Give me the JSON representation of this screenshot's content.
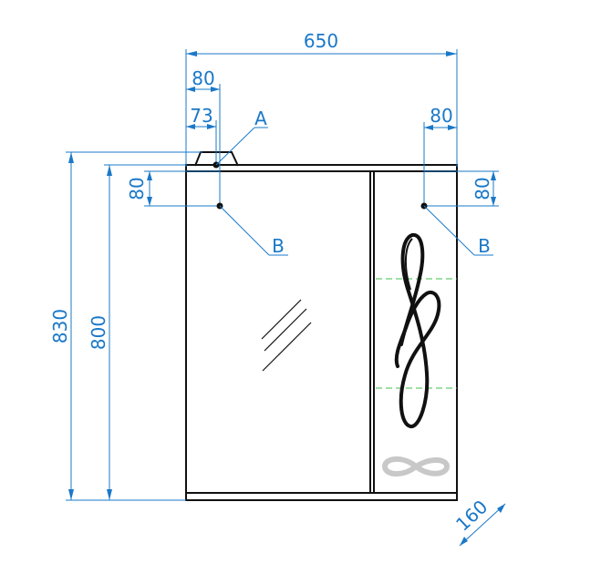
{
  "dimensions": {
    "overall_width": "650",
    "left_offset_outer": "80",
    "left_offset_inner": "73",
    "right_offset": "80",
    "left_height_offset": "80",
    "right_height_offset": "80",
    "total_height": "830",
    "body_height": "800",
    "depth": "160"
  },
  "callouts": {
    "top_point": "A",
    "left_point": "B",
    "right_point": "B"
  },
  "colors": {
    "dimension_lines": "#1a78c8",
    "outline": "#111111",
    "shelf_lines": "#3fbf4f",
    "logo": "#c8c8c8"
  }
}
